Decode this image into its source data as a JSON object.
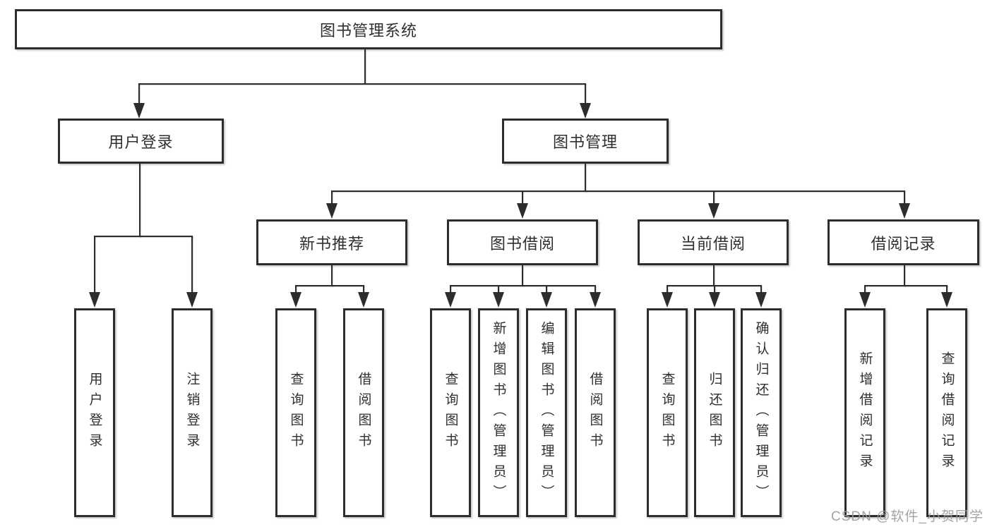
{
  "page": {
    "background": "#ffffff"
  },
  "colors": {
    "line": "#2d2d2d",
    "border": "#2d2d2d",
    "text": "#2f2f2f",
    "watermark": "#9b9b9b"
  },
  "watermark": {
    "text": "CSDN @软件_小贺同学"
  },
  "nodes": {
    "root": {
      "label": "图书管理系统"
    },
    "level2": [
      {
        "id": "user-login",
        "label": "用户登录",
        "parent": "图书管理系统"
      },
      {
        "id": "book-management",
        "label": "图书管理",
        "parent": "图书管理系统"
      }
    ],
    "level3": [
      {
        "id": "new-book-recommend",
        "label": "新书推荐",
        "parent": "图书管理"
      },
      {
        "id": "book-borrowing",
        "label": "图书借阅",
        "parent": "图书管理"
      },
      {
        "id": "current-borrowing",
        "label": "当前借阅",
        "parent": "图书管理"
      },
      {
        "id": "borrowing-records",
        "label": "借阅记录",
        "parent": "图书管理"
      }
    ],
    "leaves": [
      {
        "label": "用户登录",
        "parent": "用户登录"
      },
      {
        "label": "注销登录",
        "parent": "用户登录"
      },
      {
        "label": "查询图书",
        "parent": "新书推荐"
      },
      {
        "label": "借阅图书",
        "parent": "新书推荐"
      },
      {
        "label": "查询图书",
        "parent": "图书借阅"
      },
      {
        "label": "新增图书（管理员）",
        "parent": "图书借阅"
      },
      {
        "label": "编辑图书（管理员）",
        "parent": "图书借阅"
      },
      {
        "label": "借阅图书",
        "parent": "图书借阅"
      },
      {
        "label": "查询图书",
        "parent": "当前借阅"
      },
      {
        "label": "归还图书",
        "parent": "当前借阅"
      },
      {
        "label": "确认归还（管理员）",
        "parent": "当前借阅"
      },
      {
        "label": "新增借阅记录",
        "parent": "借阅记录"
      },
      {
        "label": "查询借阅记录",
        "parent": "借阅记录"
      }
    ]
  }
}
